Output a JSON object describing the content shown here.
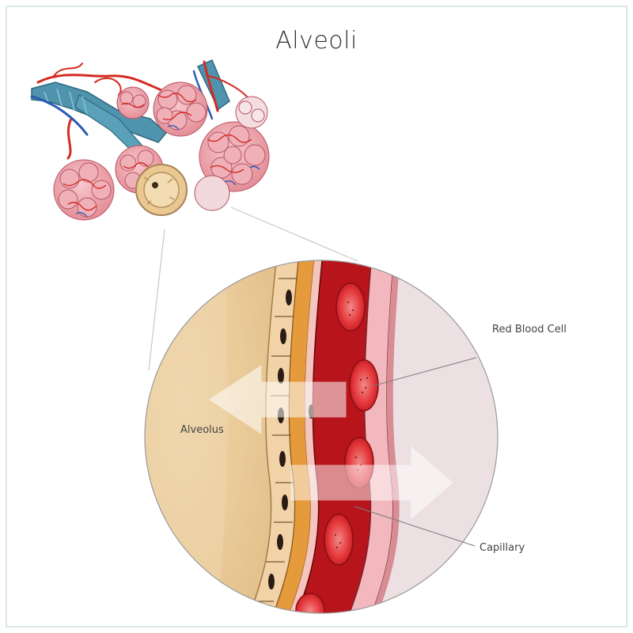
{
  "title": "Alveoli",
  "labels": {
    "red_blood_cell": "Red Blood Cell",
    "alveolus": "Alveolus",
    "capillary": "Capillary"
  },
  "colors": {
    "frame": "#c9dde0",
    "alveolus_fill": "#e8c998",
    "membrane": "#e59a3b",
    "capillary_blood": "#b8141b",
    "red_blood_cell": "#e8474a",
    "capillary_wall": "#f3b8bd",
    "plasma_outside": "#ecdde0",
    "bronchiole": "#4e8fa8",
    "artery": "#d42a22",
    "vein": "#2c5bb3",
    "alveoli_cluster": "#e9a5ad"
  },
  "icons": [
    "arrow-left-icon",
    "arrow-right-icon"
  ]
}
